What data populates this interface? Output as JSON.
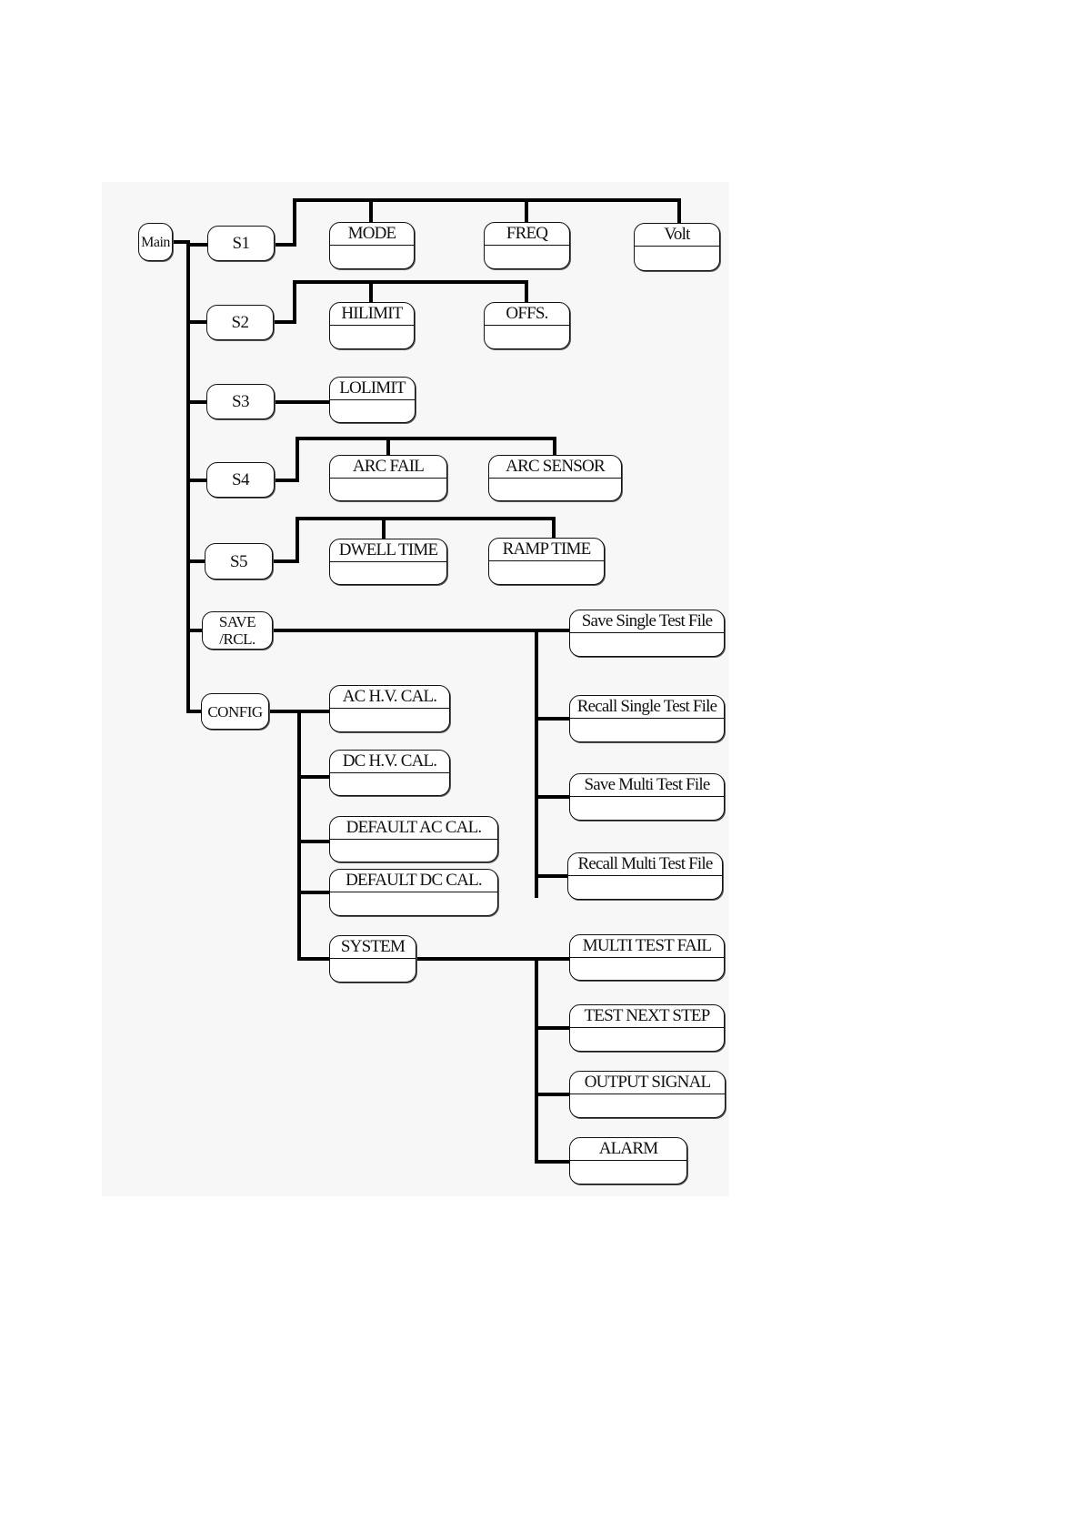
{
  "diagram": {
    "root": {
      "id": "main",
      "label": "Main"
    },
    "menus": [
      {
        "id": "s1",
        "label": "S1",
        "items": [
          {
            "id": "mode",
            "label": "MODE"
          },
          {
            "id": "freq",
            "label": "FREQ"
          },
          {
            "id": "volt",
            "label": "Volt"
          }
        ]
      },
      {
        "id": "s2",
        "label": "S2",
        "items": [
          {
            "id": "hilimit",
            "label": "HILIMIT"
          },
          {
            "id": "offs",
            "label": "OFFS."
          }
        ]
      },
      {
        "id": "s3",
        "label": "S3",
        "items": [
          {
            "id": "lolimit",
            "label": "LOLIMIT"
          }
        ]
      },
      {
        "id": "s4",
        "label": "S4",
        "items": [
          {
            "id": "arc-fail",
            "label": "ARC FAIL"
          },
          {
            "id": "arc-sensor",
            "label": "ARC SENSOR"
          }
        ]
      },
      {
        "id": "s5",
        "label": "S5",
        "items": [
          {
            "id": "dwell-time",
            "label": "DWELL TIME"
          },
          {
            "id": "ramp-time",
            "label": "RAMP TIME"
          }
        ]
      },
      {
        "id": "save-rcl",
        "label": "SAVE /RCL.",
        "items": [
          {
            "id": "save-single",
            "label": "Save Single Test File"
          },
          {
            "id": "recall-single",
            "label": "Recall Single Test File"
          },
          {
            "id": "save-multi",
            "label": "Save Multi Test File"
          },
          {
            "id": "recall-multi",
            "label": "Recall Multi  Test File"
          }
        ]
      },
      {
        "id": "config",
        "label": "CONFIG",
        "items": [
          {
            "id": "ac-hv-cal",
            "label": "AC H.V.  CAL."
          },
          {
            "id": "dc-hv-cal",
            "label": "DC H.V.  CAL."
          },
          {
            "id": "default-ac-cal",
            "label": "DEFAULT AC CAL."
          },
          {
            "id": "default-dc-cal",
            "label": "DEFAULT DC CAL."
          },
          {
            "id": "system",
            "label": "SYSTEM",
            "items": [
              {
                "id": "multi-test-fail",
                "label": "MULTI TEST FAIL"
              },
              {
                "id": "test-next-step",
                "label": "TEST NEXT STEP"
              },
              {
                "id": "output-signal",
                "label": "OUTPUT SIGNAL"
              },
              {
                "id": "alarm",
                "label": "ALARM"
              }
            ]
          }
        ]
      }
    ]
  }
}
